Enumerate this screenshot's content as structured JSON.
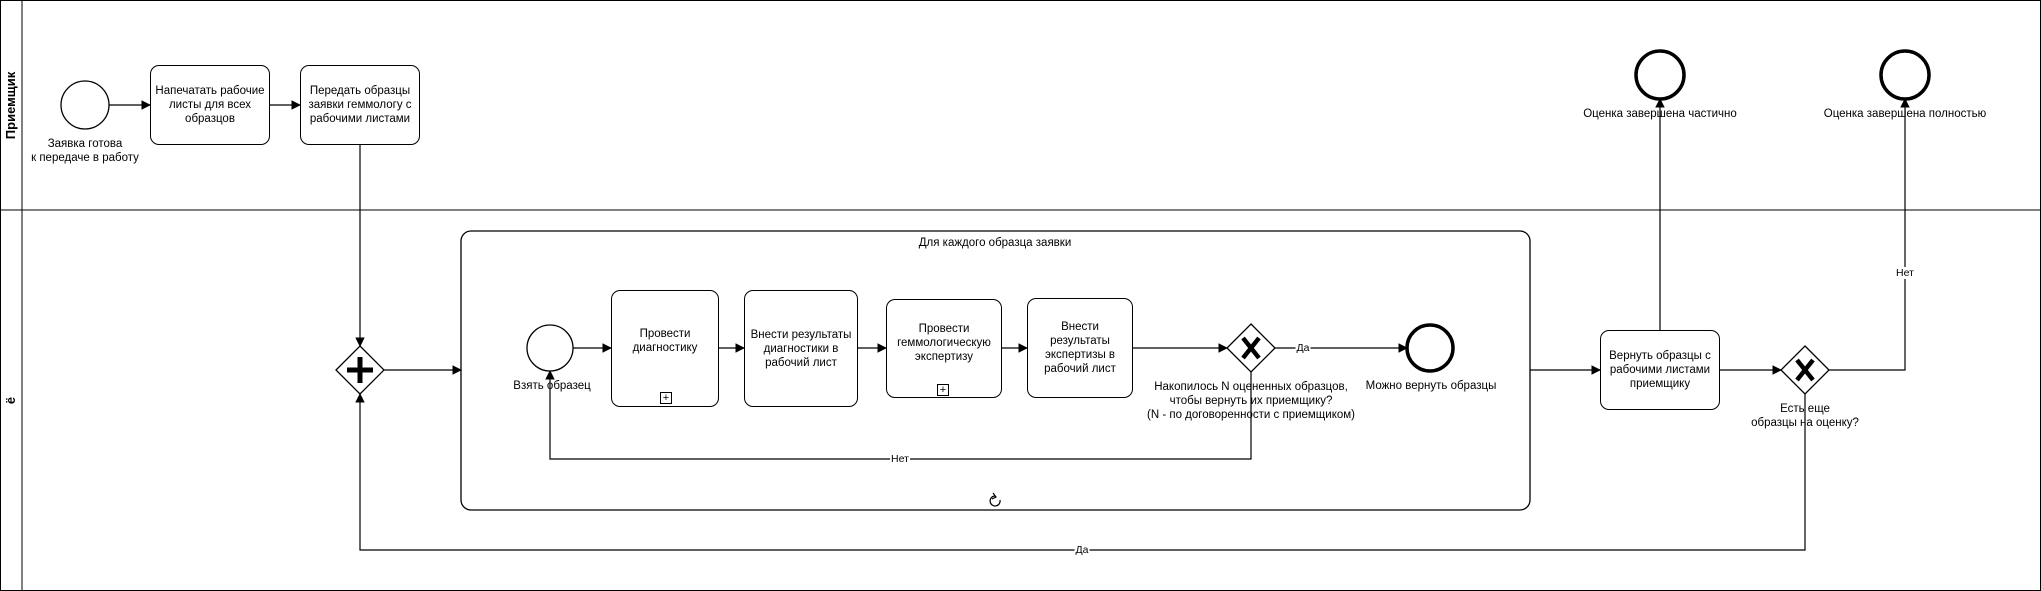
{
  "pool": {
    "lanes": [
      {
        "label": "Приемщик"
      },
      {
        "label": "ё"
      }
    ]
  },
  "events": {
    "start_order": {
      "label_line1": "Заявка готова",
      "label_line2": "к передаче в работу"
    },
    "end_partial": {
      "label": "Оценка завершена частично"
    },
    "end_full": {
      "label": "Оценка завершена полностью"
    },
    "sub_start": {
      "label": "Взять образец"
    },
    "sub_end": {
      "label": "Можно вернуть образцы"
    }
  },
  "tasks": {
    "print_sheets": {
      "label": "Напечатать рабочие листы для всех образцов"
    },
    "hand_over": {
      "label": "Передать образцы заявки геммологу с рабочими листами"
    },
    "diagnostics": {
      "label": "Провести диагностику"
    },
    "enter_diag": {
      "label": "Внести результаты диагностики в рабочий лист"
    },
    "gem_expertise": {
      "label": "Провести геммологическую экспертизу"
    },
    "enter_expertise": {
      "label": "Внести результаты экспертизы в рабочий лист"
    },
    "return_samples": {
      "label": "Вернуть образцы с рабочими листами приемщику"
    }
  },
  "subprocess": {
    "title": "Для каждого образца заявки"
  },
  "gateways": {
    "accumulated": {
      "line1": "Накопилось N оцененных образцов,",
      "line2": "чтобы вернуть их приемщику?",
      "line3": "(N - по договоренности с приемщиком)"
    },
    "more_samples": {
      "line1": "Есть еще",
      "line2": "образцы на оценку?"
    }
  },
  "flows": {
    "yes": "Да",
    "no": "Нет",
    "no_right": "Нет",
    "yes_bottom": "Да"
  },
  "icons": {
    "parallel": "plus-gateway-icon",
    "exclusive": "x-gateway-icon",
    "loop": "loop-icon",
    "collapsed": "plus-marker-icon"
  }
}
